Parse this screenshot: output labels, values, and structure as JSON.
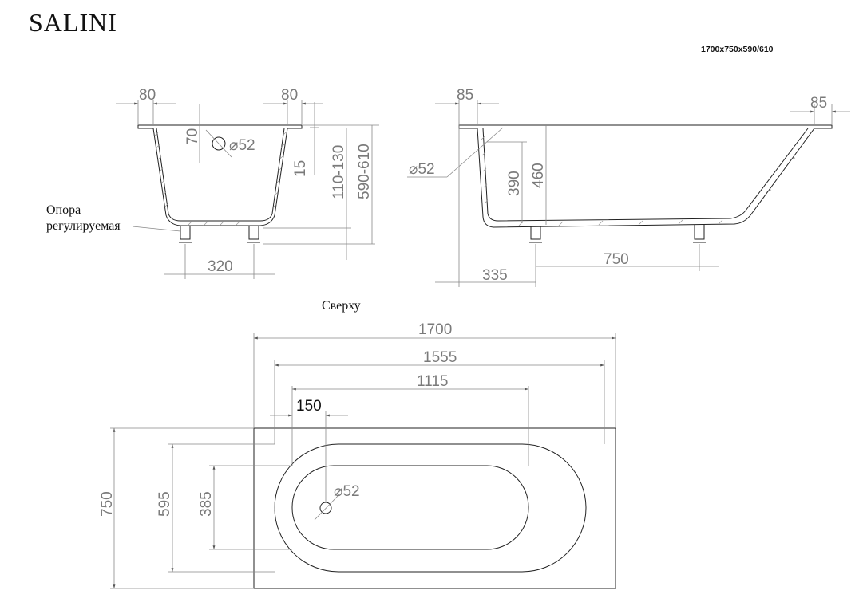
{
  "title": "SALINI",
  "spec": "1700x750x590/610",
  "front_view": {
    "left_rim": "80",
    "right_rim": "80",
    "drain_offset": "70",
    "drain_diameter": "52",
    "bottom_thickness": "15",
    "depth_range": "110-130",
    "height_range": "590-610",
    "feet_spacing": "320",
    "support_label_line1": "Опора",
    "support_label_line2": "регулируемая"
  },
  "side_view": {
    "left_rim": "85",
    "right_rim": "85",
    "drain_diameter": "52",
    "inner_depth": "390",
    "outer_depth": "460",
    "foot_offset": "335",
    "feet_spacing": "750"
  },
  "top_view": {
    "label": "Сверху",
    "total_length": "1700",
    "inner_length": "1555",
    "bottom_length": "1115",
    "drain_offset": "150",
    "total_width": "750",
    "inner_width": "595",
    "bottom_width": "385",
    "drain_diameter": "52"
  }
}
